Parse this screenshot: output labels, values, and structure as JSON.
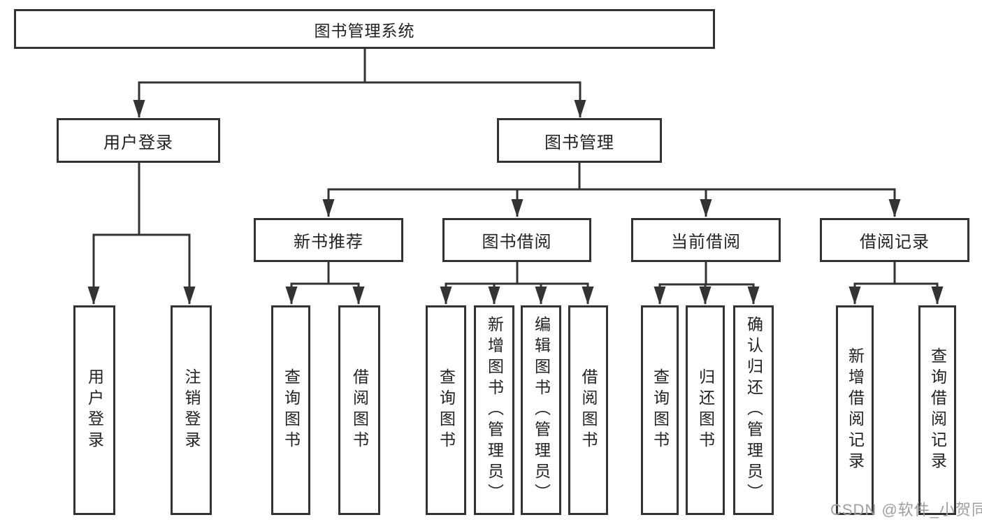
{
  "diagram": {
    "title": "图书管理系统",
    "tree": [
      {
        "label": "用户登录",
        "children": [
          {
            "label": "用户登录"
          },
          {
            "label": "注销登录"
          }
        ]
      },
      {
        "label": "图书管理",
        "children": [
          {
            "label": "新书推荐",
            "children": [
              {
                "label": "查询图书"
              },
              {
                "label": "借阅图书"
              }
            ]
          },
          {
            "label": "图书借阅",
            "children": [
              {
                "label": "查询图书"
              },
              {
                "label": "新增图书（管理员）"
              },
              {
                "label": "编辑图书（管理员）"
              },
              {
                "label": "借阅图书"
              }
            ]
          },
          {
            "label": "当前借阅",
            "children": [
              {
                "label": "查询图书"
              },
              {
                "label": "归还图书"
              },
              {
                "label": "确认归还（管理员）"
              }
            ]
          },
          {
            "label": "借阅记录",
            "children": [
              {
                "label": "新增借阅记录"
              },
              {
                "label": "查询借阅记录"
              }
            ]
          }
        ]
      }
    ],
    "colors": {
      "line": "#333333",
      "text": "#222222",
      "watermark": "#9f9f9f",
      "background": "#ffffff"
    },
    "watermark": "CSDN @软件_小贺同学"
  }
}
